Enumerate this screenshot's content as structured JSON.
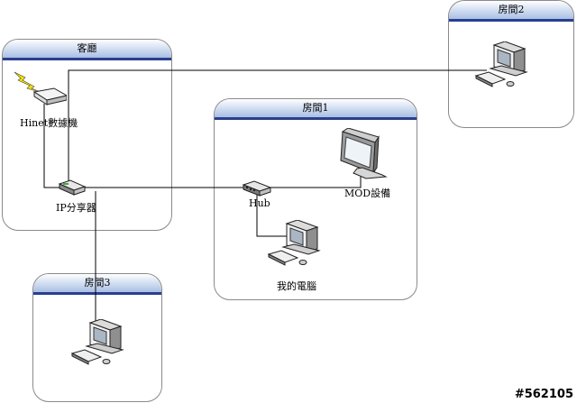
{
  "rooms": {
    "living": {
      "title": "客廳"
    },
    "room1": {
      "title": "房間1"
    },
    "room2": {
      "title": "房間2"
    },
    "room3": {
      "title": "房間3"
    }
  },
  "devices": {
    "modem": {
      "label": "Hinet數據機",
      "icon": "modem-icon"
    },
    "router": {
      "label": "IP分享器",
      "icon": "router-icon"
    },
    "hub": {
      "label": "Hub",
      "icon": "hub-icon"
    },
    "mod": {
      "label": "MOD設備",
      "icon": "monitor-icon"
    },
    "my_pc": {
      "label": "我的電腦",
      "icon": "computer-icon"
    },
    "pc2": {
      "icon": "computer-icon"
    },
    "pc3": {
      "icon": "computer-icon"
    }
  },
  "watermark": "#562105",
  "colors": {
    "header_border": "#2a3f8f",
    "header_fill": "#a9bfe4",
    "lightning": "#f2e200"
  }
}
